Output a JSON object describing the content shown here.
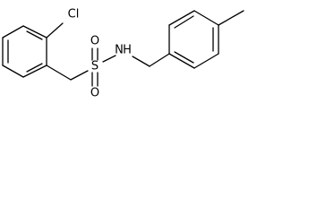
{
  "molecule": {
    "atoms": {
      "chlorine": "Cl",
      "sulfur": "S",
      "oxygen_top": "O",
      "oxygen_bottom": "O",
      "nitrogen": "N",
      "hydrogen": "H"
    }
  }
}
